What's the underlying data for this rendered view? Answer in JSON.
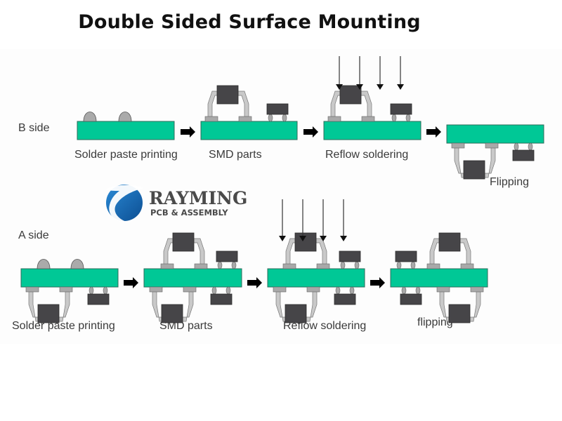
{
  "title": "Double Sided Surface Mounting",
  "logo": {
    "name": "RAYMING",
    "subtitle": "PCB & ASSEMBLY"
  },
  "colors": {
    "board": "#00c896",
    "board_stroke": "#2f6b5a",
    "component": "#464548",
    "lead": "#c9c9c9",
    "pad": "#a9a9a9",
    "paste": "#aaaaaa",
    "arrow": "#000000",
    "heat_arrow": "#333333",
    "logo_blue": "#1a6fb8"
  },
  "rows": [
    {
      "side_label": "B side",
      "steps": [
        {
          "label": "Solder paste printing"
        },
        {
          "label": "SMD parts"
        },
        {
          "label": "Reflow soldering"
        },
        {
          "label": "Flipping"
        }
      ]
    },
    {
      "side_label": "A side",
      "steps": [
        {
          "label": "Solder paste printing"
        },
        {
          "label": "SMD parts"
        },
        {
          "label": "Reflow soldering"
        },
        {
          "label": "flipping"
        }
      ]
    }
  ]
}
